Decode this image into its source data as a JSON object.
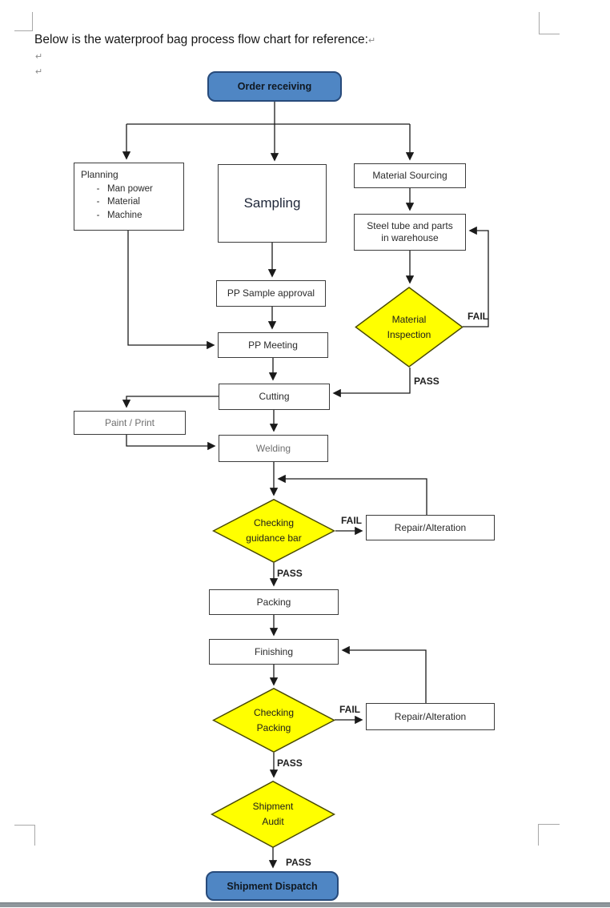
{
  "page": {
    "title_text": "Below is the waterproof bag process flow chart for reference:",
    "paragraph_mark": "↵"
  },
  "colors": {
    "terminator_fill": "#4f86c4",
    "terminator_border": "#274a7a",
    "decision_fill": "#ffff00",
    "decision_border": "#4a4a00",
    "line_color": "#1a1a1a"
  },
  "nodes": {
    "order_receiving": "Order receiving",
    "planning_title": "Planning",
    "planning_bullet": "-",
    "planning_items": [
      "Man power",
      "Material",
      "Machine"
    ],
    "sampling": "Sampling",
    "material_sourcing": "Material Sourcing",
    "steel_tube_line1": "Steel tube and parts",
    "steel_tube_line2": "in warehouse",
    "material_inspection_line1": "Material",
    "material_inspection_line2": "Inspection",
    "pp_sample_approval": "PP Sample approval",
    "pp_meeting": "PP Meeting",
    "cutting": "Cutting",
    "paint_print": "Paint / Print",
    "welding": "Welding",
    "checking_guidance_line1": "Checking",
    "checking_guidance_line2": "guidance bar",
    "repair_alteration_1": "Repair/Alteration",
    "packing": "Packing",
    "finishing": "Finishing",
    "checking_packing_line1": "Checking",
    "checking_packing_line2": "Packing",
    "repair_alteration_2": "Repair/Alteration",
    "shipment_audit_line1": "Shipment",
    "shipment_audit_line2": "Audit",
    "shipment_dispatch": "Shipment Dispatch"
  },
  "labels": {
    "fail_material": "FAIL",
    "pass_material": "PASS",
    "fail_guidance": "FAIL",
    "pass_guidance": "PASS",
    "fail_packing": "FAIL",
    "pass_packing": "PASS",
    "pass_audit": "PASS"
  }
}
